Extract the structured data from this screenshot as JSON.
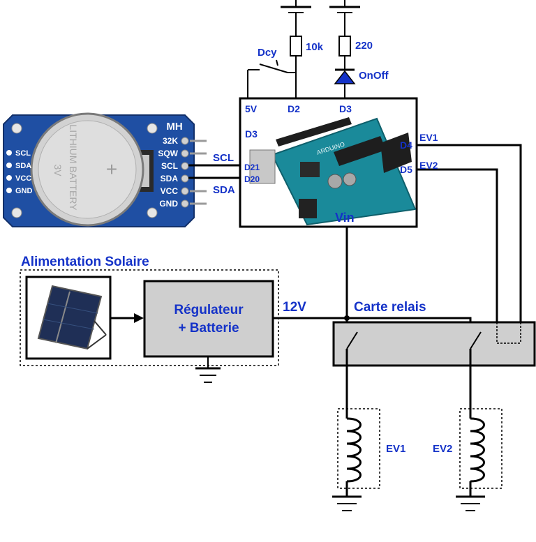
{
  "rtc": {
    "logo": "MH",
    "battery_text_1": "LITHIUM BATTERY",
    "battery_text_2": "3V",
    "plus": "+",
    "left_pins": [
      "SCL",
      "SDA",
      "VCC",
      "GND"
    ],
    "right_pins": [
      "32K",
      "SQW",
      "SCL",
      "SDA",
      "VCC",
      "GND"
    ]
  },
  "bus": {
    "scl": "SCL",
    "sda": "SDA"
  },
  "arduino": {
    "pin_5v": "5V",
    "pin_d2": "D2",
    "pin_d3_top": "D3",
    "pin_d3_left": "D3",
    "pin_d21": "D21",
    "pin_d20": "D20",
    "pin_d4": "D4",
    "pin_d5": "D5",
    "pin_vin": "Vin"
  },
  "top_circuit": {
    "switch_label": "Dcy",
    "resistor_1": "10k",
    "resistor_2": "220",
    "led_label": "OnOff"
  },
  "outputs": {
    "ev1": "EV1",
    "ev2": "EV2"
  },
  "solar": {
    "section_title": "Alimentation Solaire",
    "regulator_line1": "Régulateur",
    "regulator_line2": "+ Batterie",
    "voltage": "12V"
  },
  "relay": {
    "title": "Carte relais"
  },
  "valves": {
    "ev1": "EV1",
    "ev2": "EV2"
  },
  "colors": {
    "label_blue": "#1432c8",
    "board_blue": "#1f4fa3",
    "relay_gray": "#cfcfcf"
  }
}
